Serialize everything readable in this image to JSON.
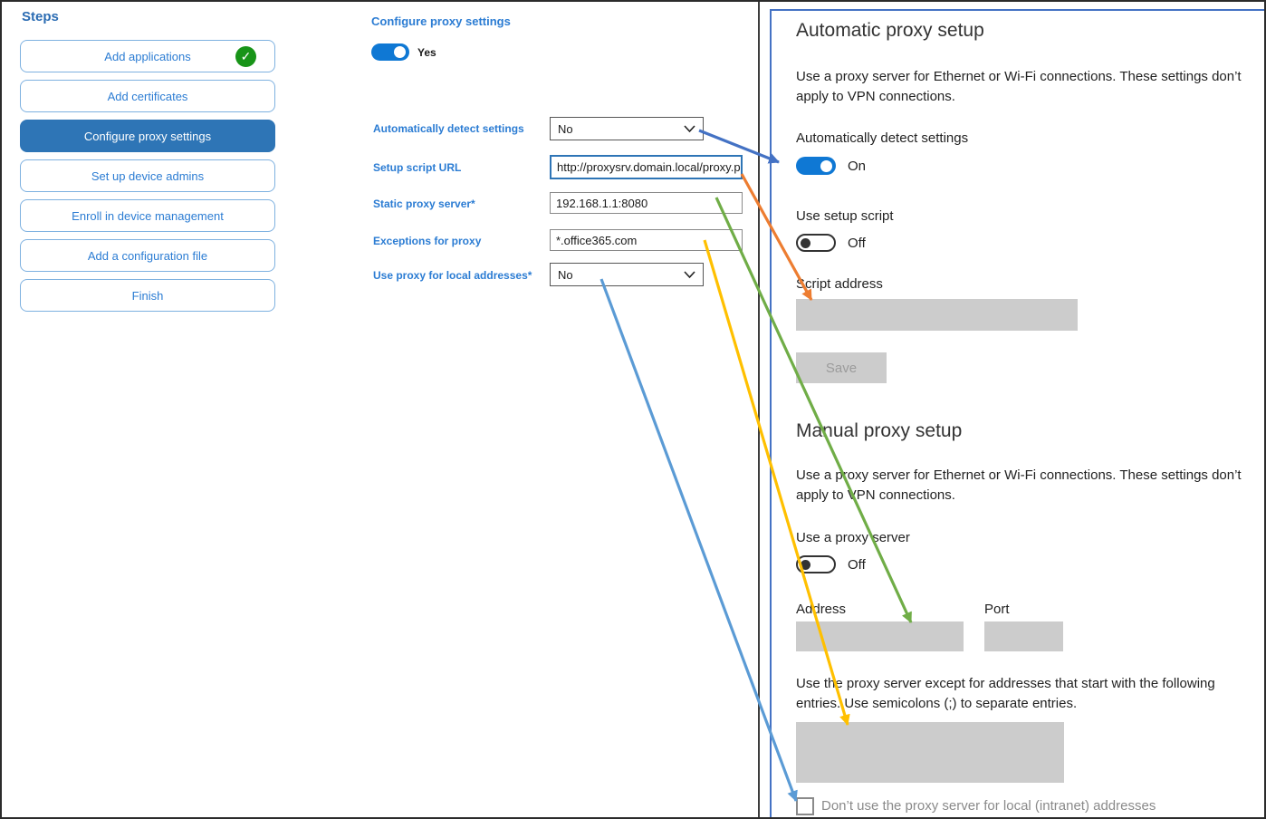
{
  "sidebar": {
    "title": "Steps",
    "items": [
      {
        "label": "Add applications",
        "state": "completed"
      },
      {
        "label": "Add certificates",
        "state": "default"
      },
      {
        "label": "Configure proxy settings",
        "state": "active"
      },
      {
        "label": "Set up device admins",
        "state": "default"
      },
      {
        "label": "Enroll in device management",
        "state": "default"
      },
      {
        "label": "Add a configuration file",
        "state": "default"
      },
      {
        "label": "Finish",
        "state": "default"
      }
    ]
  },
  "form": {
    "title": "Configure proxy settings",
    "enabled_toggle": {
      "label": "Yes",
      "state": "on"
    },
    "fields": [
      {
        "label": "Automatically detect settings",
        "type": "select",
        "value": "No"
      },
      {
        "label": "Setup script URL",
        "type": "text",
        "value": "http://proxysrv.domain.local/proxy.pa"
      },
      {
        "label": "Static proxy server*",
        "type": "text",
        "value": "192.168.1.1:8080"
      },
      {
        "label": "Exceptions for proxy",
        "type": "text",
        "value": "*.office365.com"
      },
      {
        "label": "Use proxy for local addresses*",
        "type": "select",
        "value": "No"
      }
    ]
  },
  "settings": {
    "automatic": {
      "title": "Automatic proxy setup",
      "description": "Use a proxy server for Ethernet or Wi-Fi connections. These settings don’t apply to VPN connections.",
      "detect_label": "Automatically detect settings",
      "detect_state": "On",
      "script_toggle_label": "Use setup script",
      "script_toggle_state": "Off",
      "script_address_label": "Script address",
      "save_label": "Save"
    },
    "manual": {
      "title": "Manual proxy setup",
      "description": "Use a proxy server for Ethernet or Wi-Fi connections. These settings don’t apply to VPN connections.",
      "proxy_toggle_label": "Use a proxy server",
      "proxy_toggle_state": "Off",
      "address_label": "Address",
      "port_label": "Port",
      "exceptions_help": "Use the proxy server except for addresses that start with the following entries. Use semicolons (;) to separate entries.",
      "local_checkbox_label": "Don’t use the proxy server for local (intranet) addresses"
    }
  },
  "arrows": [
    {
      "name": "detect-setting-mapping",
      "color": "#4472c4"
    },
    {
      "name": "script-url-mapping",
      "color": "#ed7d31"
    },
    {
      "name": "static-proxy-mapping",
      "color": "#70ad47"
    },
    {
      "name": "exceptions-mapping",
      "color": "#ffc000"
    },
    {
      "name": "local-addresses-mapping",
      "color": "#5b9bd5"
    }
  ],
  "colors": {
    "accent_blue": "#2e75b6",
    "link_blue": "#2b7cd3",
    "toggle_on": "#0f78d4",
    "panel_border": "#4472c4",
    "disabled_field": "#cccccc",
    "success_green": "#189418"
  },
  "icons": {
    "check": "✓"
  }
}
